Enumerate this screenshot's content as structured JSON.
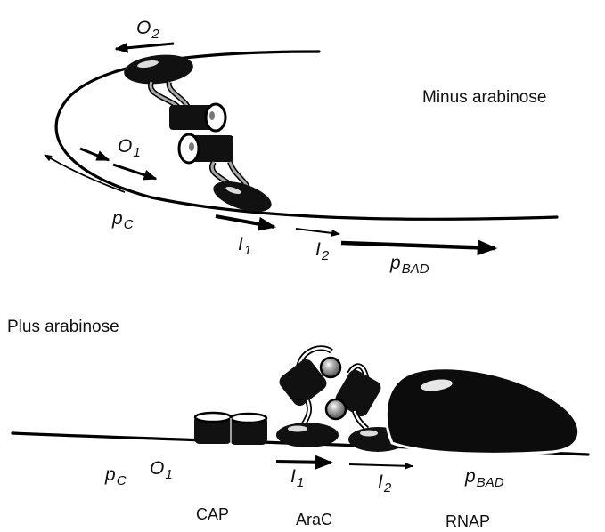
{
  "top_panel": {
    "condition": "Minus arabinose",
    "sites": {
      "o2": {
        "main": "O",
        "sub": "2"
      },
      "o1": {
        "main": "O",
        "sub": "1"
      },
      "pc": {
        "main": "p",
        "sub": "C"
      },
      "i1": {
        "main": "I",
        "sub": "1"
      },
      "i2": {
        "main": "I",
        "sub": "2"
      },
      "pbad": {
        "main": "p",
        "sub": "BAD"
      }
    }
  },
  "bottom_panel": {
    "condition": "Plus arabinose",
    "sites": {
      "pc": {
        "main": "p",
        "sub": "C"
      },
      "o1": {
        "main": "O",
        "sub": "1"
      },
      "i1": {
        "main": "I",
        "sub": "1"
      },
      "i2": {
        "main": "I",
        "sub": "2"
      },
      "pbad": {
        "main": "p",
        "sub": "BAD"
      }
    },
    "proteins": {
      "cap": "CAP",
      "arac": "AraC",
      "rnap": "RNAP"
    }
  },
  "colors": {
    "dna": "#000000",
    "protein": "#111111",
    "highlight": "#ffffff",
    "linker": "#9a9a9a",
    "sphere": "#8c8c8c"
  }
}
